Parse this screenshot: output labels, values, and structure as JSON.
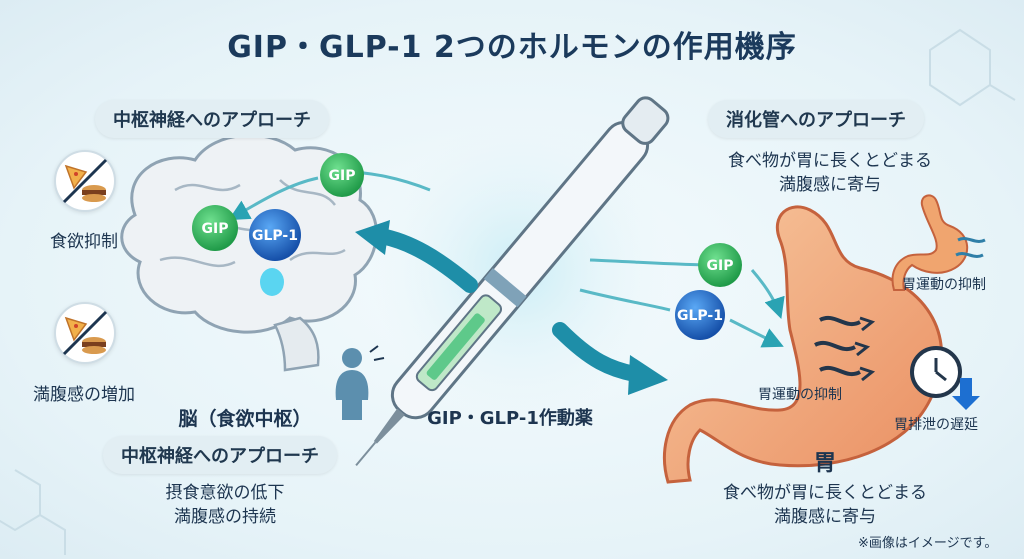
{
  "title": "GIP・GLP-1 2つのホルモンの作用機序",
  "left": {
    "approach_top": "中枢神経へのアプローチ",
    "appetite_suppression": "食欲抑制",
    "satiety_increase": "満腹感の増加",
    "brain_label": "脳（食欲中枢）",
    "approach_bottom": "中枢神経へのアプローチ",
    "effect_line1": "摂食意欲の低下",
    "effect_line2": "満腹感の持続"
  },
  "right": {
    "approach_top": "消化管へのアプローチ",
    "top_line1": "食べ物が胃に長くとどまる",
    "top_line2": "満腹感に寄与",
    "motility_side": "胃運動の抑制",
    "motility_inside": "胃運動の抑制",
    "emptying_delay": "胃排泄の遅延",
    "stomach_label": "胃",
    "bottom_line1": "食べ物が胃に長くとどまる",
    "bottom_line2": "満腹感に寄与"
  },
  "center": {
    "drug_label": "GIP・GLP-1作動薬"
  },
  "bubbles": {
    "gip_top": "GIP",
    "gip_brain": "GIP",
    "glp1_brain": "GLP-1",
    "gip_stomach": "GIP",
    "glp1_stomach": "GLP-1"
  },
  "footnote": "※画像はイメージです。",
  "colors": {
    "gip": "#2fb35a",
    "glp1": "#1d6fd1",
    "title": "#1b3a5c",
    "arrow": "#1e8ea8"
  }
}
